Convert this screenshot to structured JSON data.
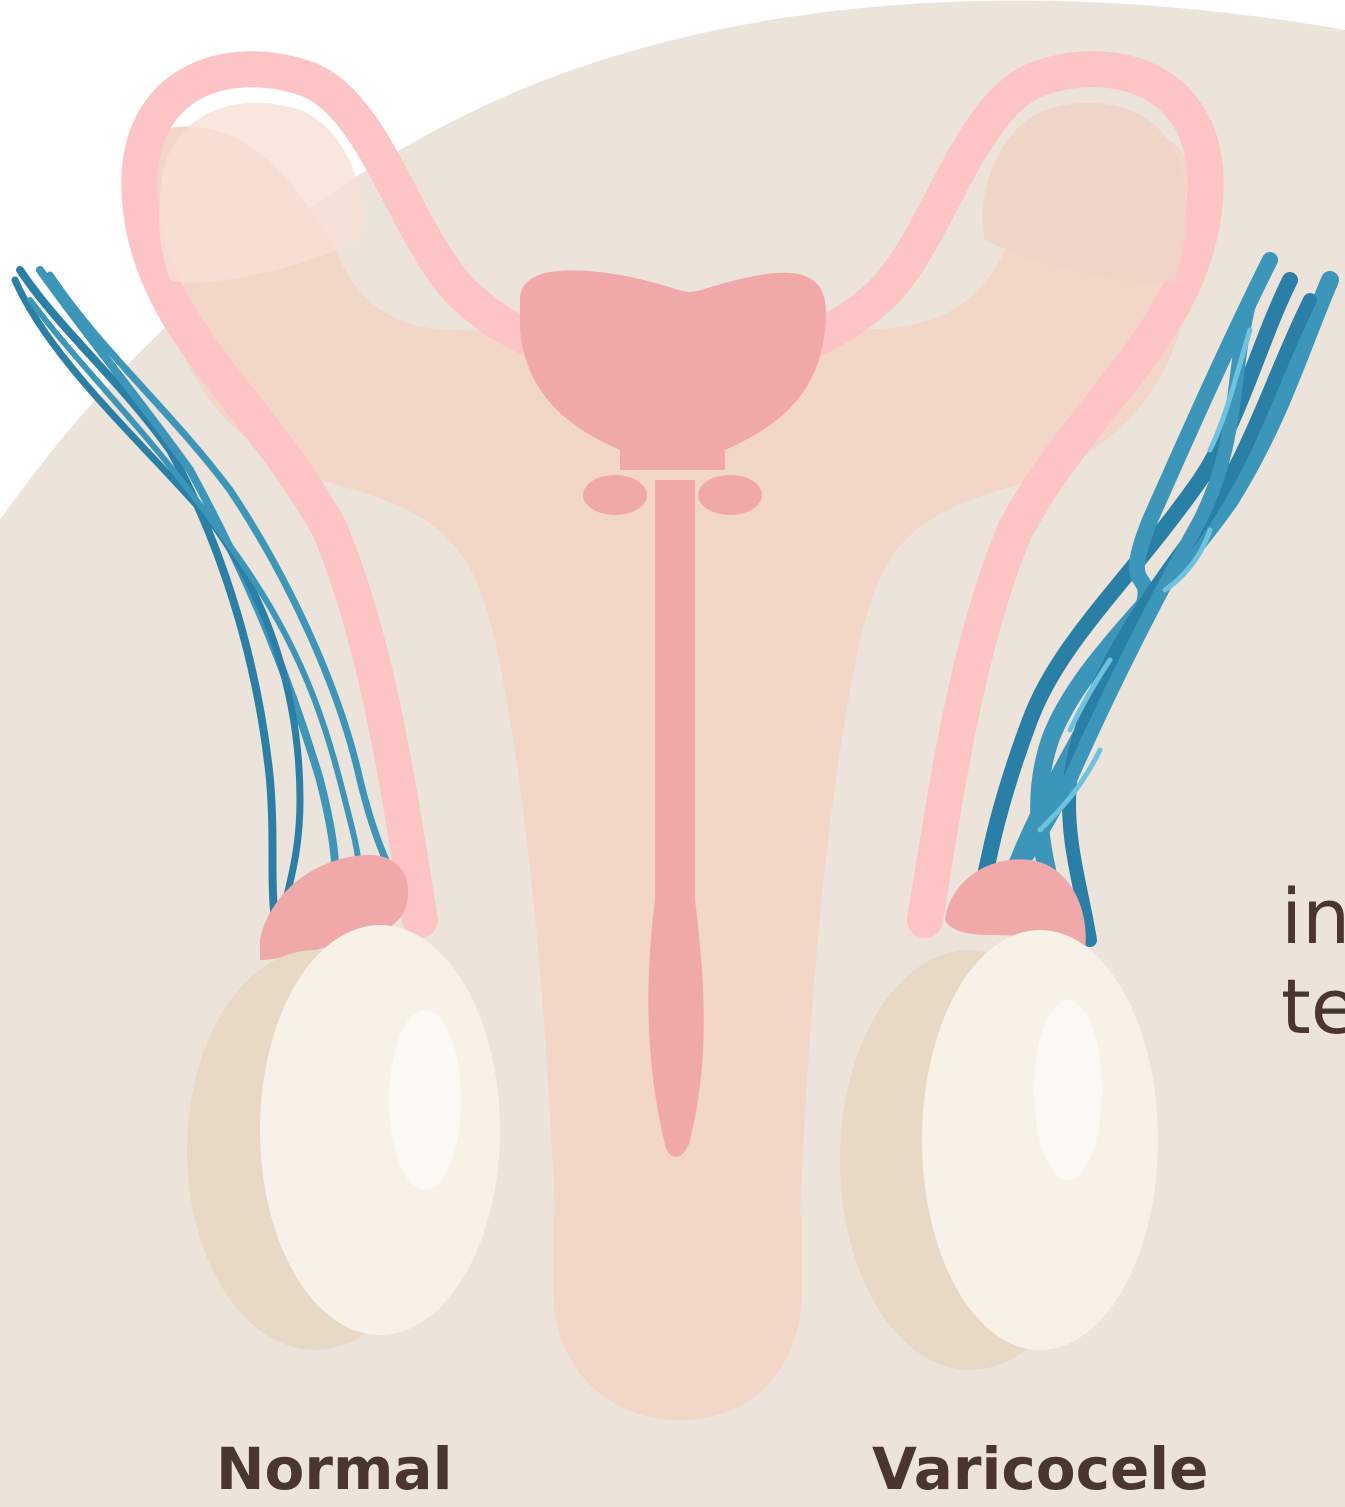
{
  "labels": {
    "normal": "Normal",
    "varicocele": "Varicocele"
  },
  "side_text": {
    "line1": "in",
    "line2": "te"
  },
  "colors": {
    "background_blob": "#ece4da",
    "body": "#f2d6c8",
    "bladder": "#f0a8a8",
    "vas_deferens": "#fcc4c4",
    "epididymis": "#f0a8a8",
    "testis": "#f8f1e7",
    "testis_shadow": "#e8d8c6",
    "vein_dark": "#2a7fa6",
    "vein_mid": "#3c96ba",
    "vein_light": "#6fc2de",
    "text": "#4a3630"
  },
  "icons": {
    "illustration": "male-reproductive-anatomy-illustration"
  }
}
